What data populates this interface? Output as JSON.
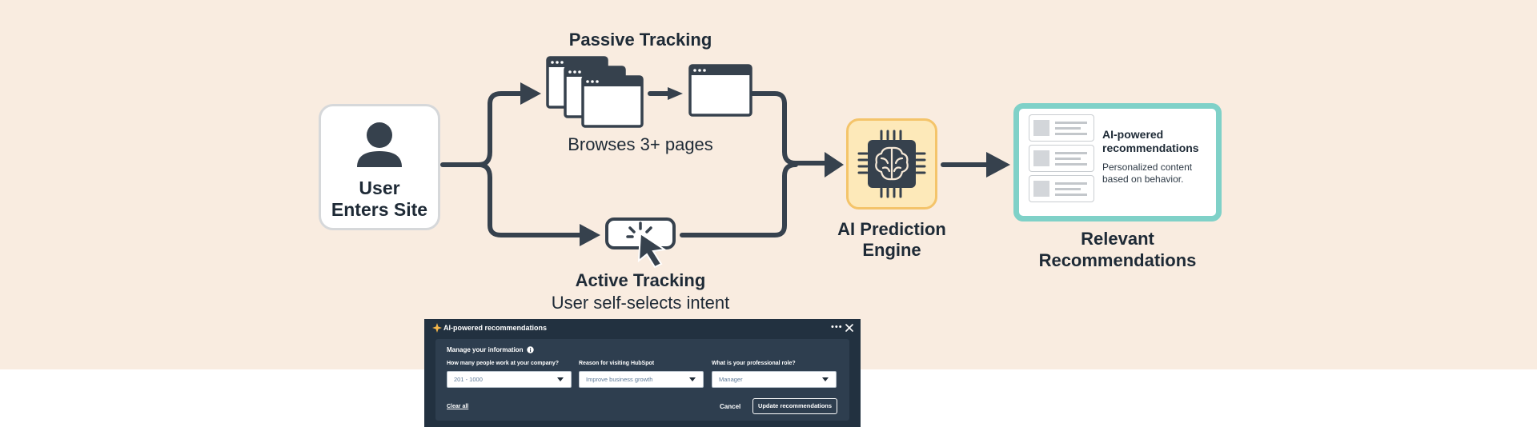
{
  "diagram": {
    "user_node": {
      "line1": "User",
      "line2": "Enters Site"
    },
    "passive": {
      "title": "Passive Tracking",
      "caption": "Browses 3+ pages"
    },
    "active": {
      "title": "Active Tracking",
      "caption": "User self-selects intent"
    },
    "engine": {
      "line1": "AI Prediction",
      "line2": "Engine"
    },
    "recommendations": {
      "card_title_line1": "AI-powered",
      "card_title_line2": "recommendations",
      "card_text_line1": "Personalized content",
      "card_text_line2": "based on behavior.",
      "label_line1": "Relevant",
      "label_line2": "Recommendations"
    }
  },
  "dialog": {
    "title": "AI-powered recommendations",
    "section_title": "Manage your information",
    "fields": [
      {
        "label": "How many people work at your company?",
        "value": "201 - 1000"
      },
      {
        "label": "Reason for visiting HubSpot",
        "value": "Improve business growth"
      },
      {
        "label": "What is your professional role?",
        "value": "Manager"
      }
    ],
    "clear_label": "Clear all",
    "cancel_label": "Cancel",
    "update_label": "Update recommendations"
  },
  "colors": {
    "background": "#f9ece0",
    "stroke": "#36414d",
    "ai_fill": "#fde9b9",
    "ai_border": "#f4c46a",
    "rec_border": "#7fd1c8",
    "dialog_bg": "#223140"
  }
}
